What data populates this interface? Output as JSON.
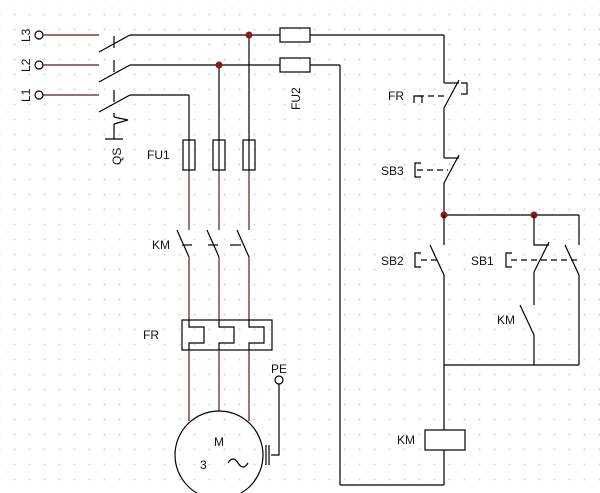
{
  "diagram": {
    "type": "three-phase motor direct start control circuit",
    "colors": {
      "wire": "#000000",
      "junction": "#8b1a1a",
      "grid_dot": "#d6d6d6",
      "background": "#ffffff"
    },
    "labels": {
      "L3": "L3",
      "L2": "L2",
      "L1": "L1",
      "QS": "QS",
      "FU1": "FU1",
      "FU2": "FU2",
      "KM_main": "KM",
      "FR_main": "FR",
      "PE": "PE",
      "motor_M": "M",
      "motor_phases": "3",
      "motor_ac": "~",
      "FR_ctrl": "FR",
      "SB3": "SB3",
      "SB2": "SB2",
      "SB1": "SB1",
      "KM_aux": "KM",
      "KM_coil": "KM"
    },
    "components": [
      {
        "id": "QS",
        "kind": "three-pole isolating switch"
      },
      {
        "id": "FU1",
        "kind": "main circuit fuses (3)"
      },
      {
        "id": "FU2",
        "kind": "control circuit fuses (2)"
      },
      {
        "id": "KM",
        "kind": "contactor main contacts (3)"
      },
      {
        "id": "FR",
        "kind": "thermal overload relay heating elements"
      },
      {
        "id": "M",
        "kind": "three-phase AC motor"
      },
      {
        "id": "PE",
        "kind": "protective earth"
      },
      {
        "id": "FR-NC",
        "kind": "overload relay NC contact"
      },
      {
        "id": "SB3",
        "kind": "stop pushbutton NC"
      },
      {
        "id": "SB2",
        "kind": "start pushbutton NO"
      },
      {
        "id": "SB1",
        "kind": "compound pushbutton"
      },
      {
        "id": "KM-aux",
        "kind": "self-holding auxiliary contact NO"
      },
      {
        "id": "KM-coil",
        "kind": "contactor coil"
      }
    ]
  }
}
